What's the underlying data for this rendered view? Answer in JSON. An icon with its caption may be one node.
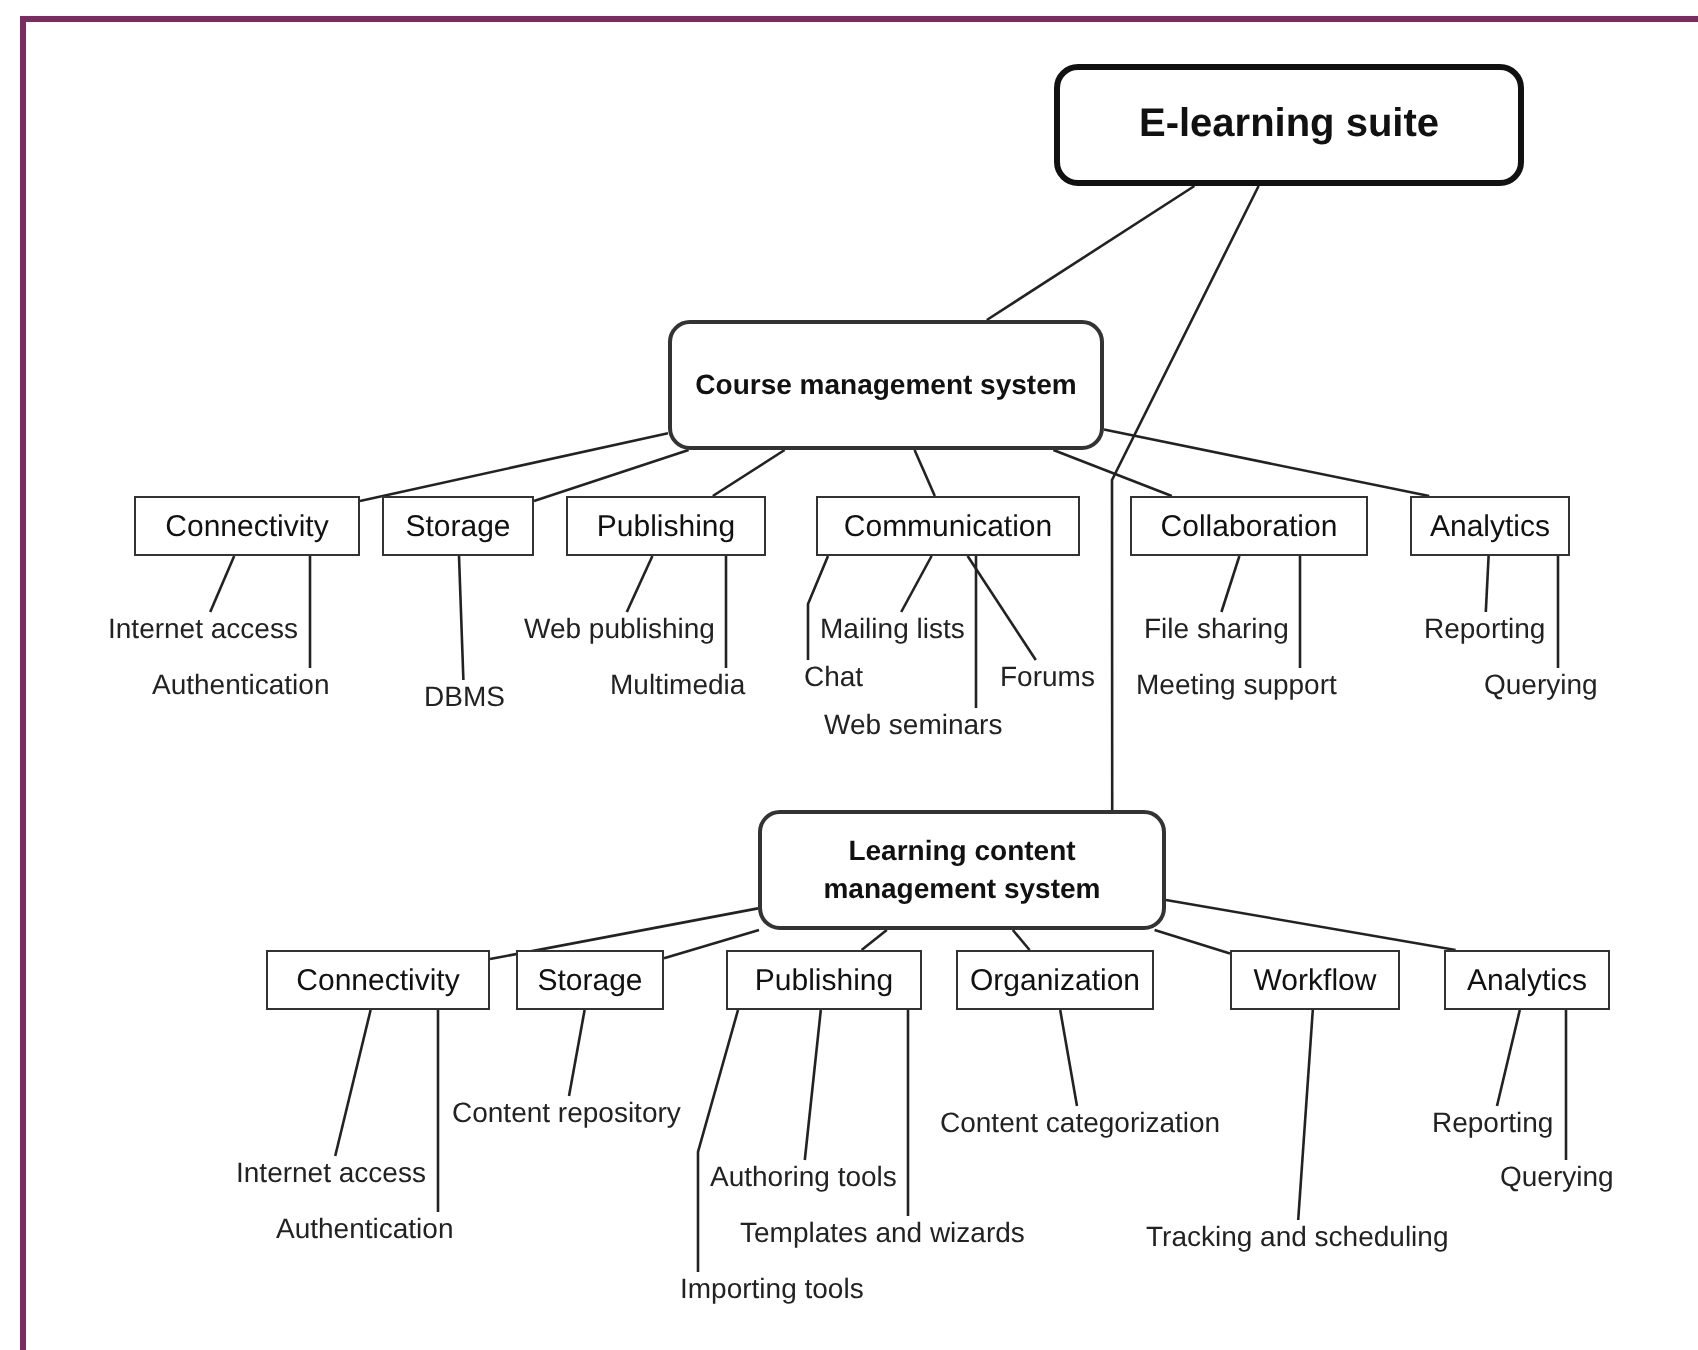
{
  "diagram": {
    "nodes": [
      {
        "text": [
          "E-learning suite"
        ]
      },
      {
        "text": [
          "Course management system"
        ]
      },
      {
        "text": [
          "Connectivity"
        ]
      },
      {
        "text": [
          "Storage"
        ]
      },
      {
        "text": [
          "Publishing"
        ]
      },
      {
        "text": [
          "Communication"
        ]
      },
      {
        "text": [
          "Collaboration"
        ]
      },
      {
        "text": [
          "Analytics"
        ]
      },
      {
        "text": [
          "Internet access"
        ]
      },
      {
        "text": [
          "Authentication"
        ]
      },
      {
        "text": [
          "DBMS"
        ]
      },
      {
        "text": [
          "Web publishing"
        ]
      },
      {
        "text": [
          "Multimedia"
        ]
      },
      {
        "text": [
          "Mailing lists"
        ]
      },
      {
        "text": [
          "Chat"
        ]
      },
      {
        "text": [
          "Forums"
        ]
      },
      {
        "text": [
          "Web seminars"
        ]
      },
      {
        "text": [
          "File sharing"
        ]
      },
      {
        "text": [
          "Meeting support"
        ]
      },
      {
        "text": [
          "Reporting"
        ]
      },
      {
        "text": [
          "Querying"
        ]
      },
      {
        "text": [
          "Learning content management system"
        ]
      },
      {
        "text": [
          "Connectivity"
        ]
      },
      {
        "text": [
          "Storage"
        ]
      },
      {
        "text": [
          "Publishing"
        ]
      },
      {
        "text": [
          "Organization"
        ]
      },
      {
        "text": [
          "Workflow"
        ]
      },
      {
        "text": [
          "Analytics"
        ]
      },
      {
        "text": [
          "Internet access"
        ]
      },
      {
        "text": [
          "Authentication"
        ]
      },
      {
        "text": [
          "Content repository"
        ]
      },
      {
        "text": [
          "Authoring tools"
        ]
      },
      {
        "text": [
          "Templates and wizards"
        ]
      },
      {
        "text": [
          "Importing tools"
        ]
      },
      {
        "text": [
          "Content categorization"
        ]
      },
      {
        "text": [
          "Tracking and scheduling"
        ]
      },
      {
        "text": [
          "Reporting"
        ]
      },
      {
        "text": [
          "Querying"
        ]
      }
    ],
    "edges": [
      {
        "from": 0,
        "to": 1,
        "arrow": "none"
      },
      {
        "from": 0,
        "to": 21,
        "arrow": "none"
      },
      {
        "from": 1,
        "to": 2,
        "arrow": "none"
      },
      {
        "from": 1,
        "to": 3,
        "arrow": "none"
      },
      {
        "from": 1,
        "to": 4,
        "arrow": "none"
      },
      {
        "from": 1,
        "to": 5,
        "arrow": "none"
      },
      {
        "from": 1,
        "to": 6,
        "arrow": "none"
      },
      {
        "from": 1,
        "to": 7,
        "arrow": "none"
      },
      {
        "from": 2,
        "to": 8,
        "arrow": "none"
      },
      {
        "from": 2,
        "to": 9,
        "arrow": "none"
      },
      {
        "from": 3,
        "to": 10,
        "arrow": "none"
      },
      {
        "from": 4,
        "to": 11,
        "arrow": "none"
      },
      {
        "from": 4,
        "to": 12,
        "arrow": "none"
      },
      {
        "from": 5,
        "to": 13,
        "arrow": "none"
      },
      {
        "from": 5,
        "to": 14,
        "arrow": "none"
      },
      {
        "from": 5,
        "to": 15,
        "arrow": "none"
      },
      {
        "from": 5,
        "to": 16,
        "arrow": "none"
      },
      {
        "from": 6,
        "to": 17,
        "arrow": "none"
      },
      {
        "from": 6,
        "to": 18,
        "arrow": "none"
      },
      {
        "from": 7,
        "to": 19,
        "arrow": "none"
      },
      {
        "from": 7,
        "to": 20,
        "arrow": "none"
      },
      {
        "from": 21,
        "to": 22,
        "arrow": "none"
      },
      {
        "from": 21,
        "to": 23,
        "arrow": "none"
      },
      {
        "from": 21,
        "to": 24,
        "arrow": "none"
      },
      {
        "from": 21,
        "to": 25,
        "arrow": "none"
      },
      {
        "from": 21,
        "to": 26,
        "arrow": "none"
      },
      {
        "from": 21,
        "to": 27,
        "arrow": "none"
      },
      {
        "from": 22,
        "to": 28,
        "arrow": "none"
      },
      {
        "from": 22,
        "to": 29,
        "arrow": "none"
      },
      {
        "from": 23,
        "to": 30,
        "arrow": "none"
      },
      {
        "from": 24,
        "to": 31,
        "arrow": "none"
      },
      {
        "from": 24,
        "to": 32,
        "arrow": "none"
      },
      {
        "from": 24,
        "to": 33,
        "arrow": "none"
      },
      {
        "from": 25,
        "to": 34,
        "arrow": "none"
      },
      {
        "from": 26,
        "to": 35,
        "arrow": "none"
      },
      {
        "from": 27,
        "to": 36,
        "arrow": "none"
      },
      {
        "from": 27,
        "to": 37,
        "arrow": "none"
      }
    ]
  }
}
